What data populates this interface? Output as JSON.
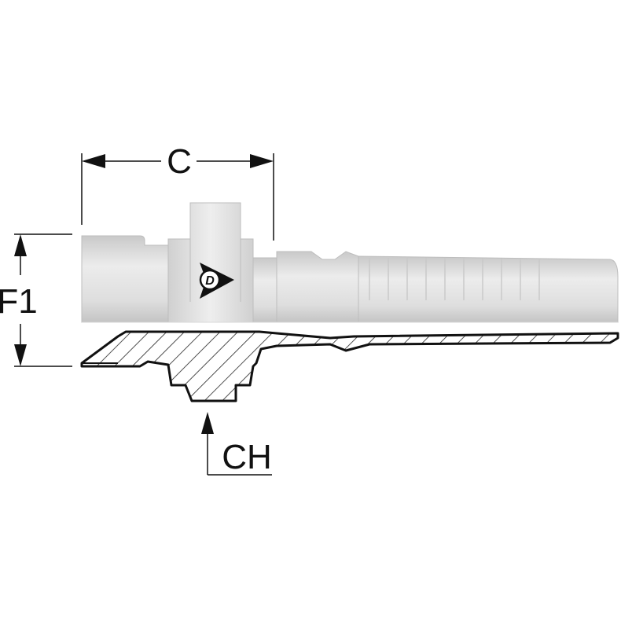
{
  "dimensions": {
    "c_label": "C",
    "f1_label": "F1",
    "ch_label": "CH"
  },
  "logo": {
    "letter": "D"
  },
  "colors": {
    "metal_light": "#e6e6e6",
    "metal_mid": "#d2d2d2",
    "metal_dark": "#b8b8b8",
    "outline": "#111111",
    "hatch": "#222222"
  }
}
